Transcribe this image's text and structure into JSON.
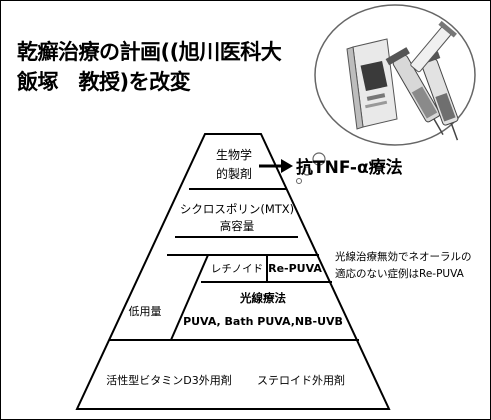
{
  "title": {
    "line1": "乾癬治療の計画((旭川医科大",
    "line2": "飯塚　教授)を改変"
  },
  "pyramid": {
    "biologics": {
      "line1": "生物学",
      "line2": "的製剤"
    },
    "anti_tnf": "抗TNF-α療法",
    "cyclosporin": {
      "line1": "シクロスポリン(MTX)",
      "line2": "高容量"
    },
    "retinoid": "レチノイド",
    "re_puva": "Re-PUVA",
    "low_dose": "低用量",
    "phototherapy": {
      "line1": "光線療法",
      "line2": "PUVA, Bath PUVA,NB-UVB"
    },
    "topical": {
      "vitamin_d3": "活性型ビタミンD3外用剤",
      "steroid": "ステロイド外用剤"
    },
    "note": {
      "line1": "光線治療無効でネオーラルの",
      "line2": "適応のない症例はRe-PUVA"
    }
  },
  "icons": {
    "callout_bubble": "thought-bubble-icon",
    "syringe": "syringe-icon",
    "medicine_box": "medicine-box-icon"
  }
}
